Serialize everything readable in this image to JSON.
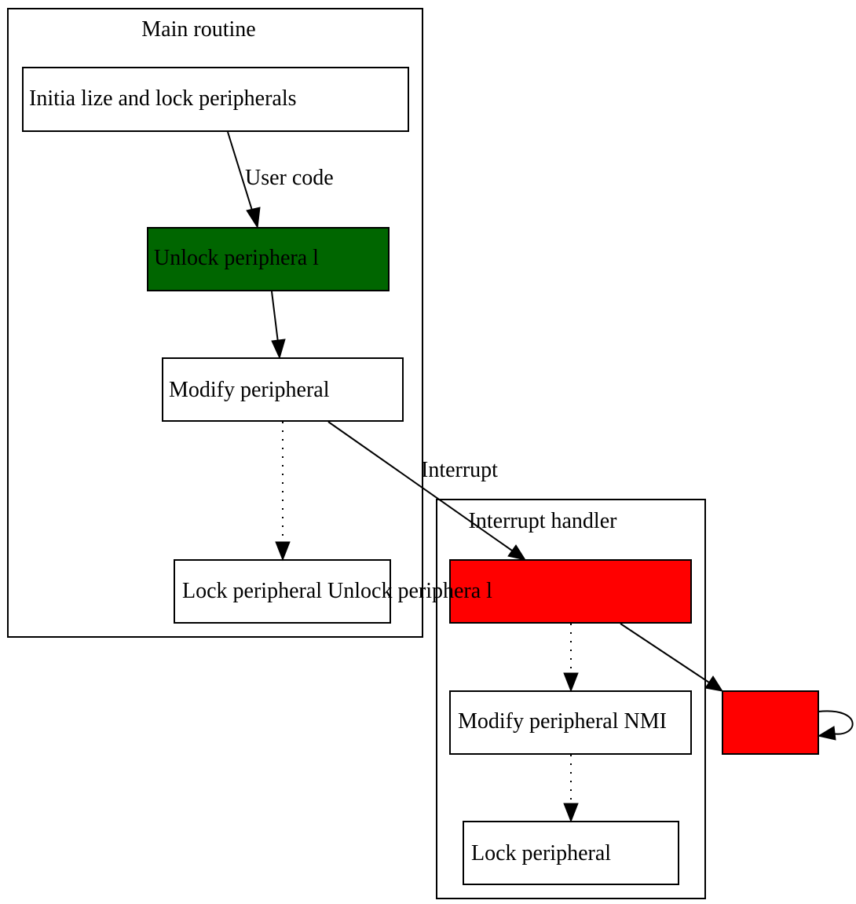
{
  "clusters": {
    "main": {
      "label": "Main routine"
    },
    "handler": {
      "label": "Interrupt handler"
    }
  },
  "nodes": {
    "init": {
      "label": "Initia lize and lock peripherals",
      "fill": "#ffffff"
    },
    "unlock_main": {
      "label": "Unlock periphera l",
      "fill": "#006600"
    },
    "modify_main": {
      "label": "Modify peripheral",
      "fill": "#ffffff"
    },
    "lock_main": {
      "label": "Lock peripheral Unlock periphera l",
      "fill": "#ffffff"
    },
    "unlock_handler": {
      "label": "",
      "fill": "#ff0000"
    },
    "modify_handler": {
      "label": "Modify peripheral NMI",
      "fill": "#ffffff"
    },
    "lock_handler": {
      "label": "Lock peripheral",
      "fill": "#ffffff"
    },
    "nmi": {
      "label": "",
      "fill": "#ff0000"
    }
  },
  "edges": {
    "user_code": {
      "label": "User code"
    },
    "interrupt": {
      "label": "Interrupt"
    }
  }
}
